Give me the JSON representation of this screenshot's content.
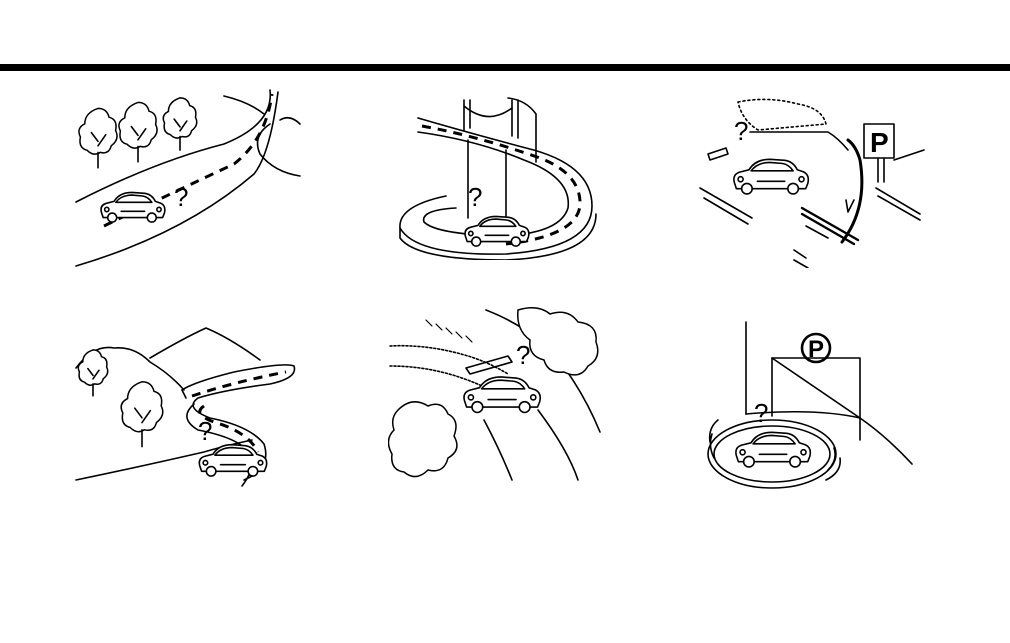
{
  "header": {
    "rule_color": "#000000"
  },
  "illustrations": [
    {
      "name": "forked-road-with-trees",
      "symbol": "?"
    },
    {
      "name": "spiral-overpass-ramp",
      "symbol": "?"
    },
    {
      "name": "parking-lot-entrance-u-turn",
      "symbol": "?",
      "sign_letter": "P"
    },
    {
      "name": "winding-mountain-road",
      "symbol": "?"
    },
    {
      "name": "car-on-unpaved-terrain",
      "symbol": "?"
    },
    {
      "name": "car-on-turntable-parking",
      "symbol": "?",
      "sign_letter": "P"
    }
  ]
}
